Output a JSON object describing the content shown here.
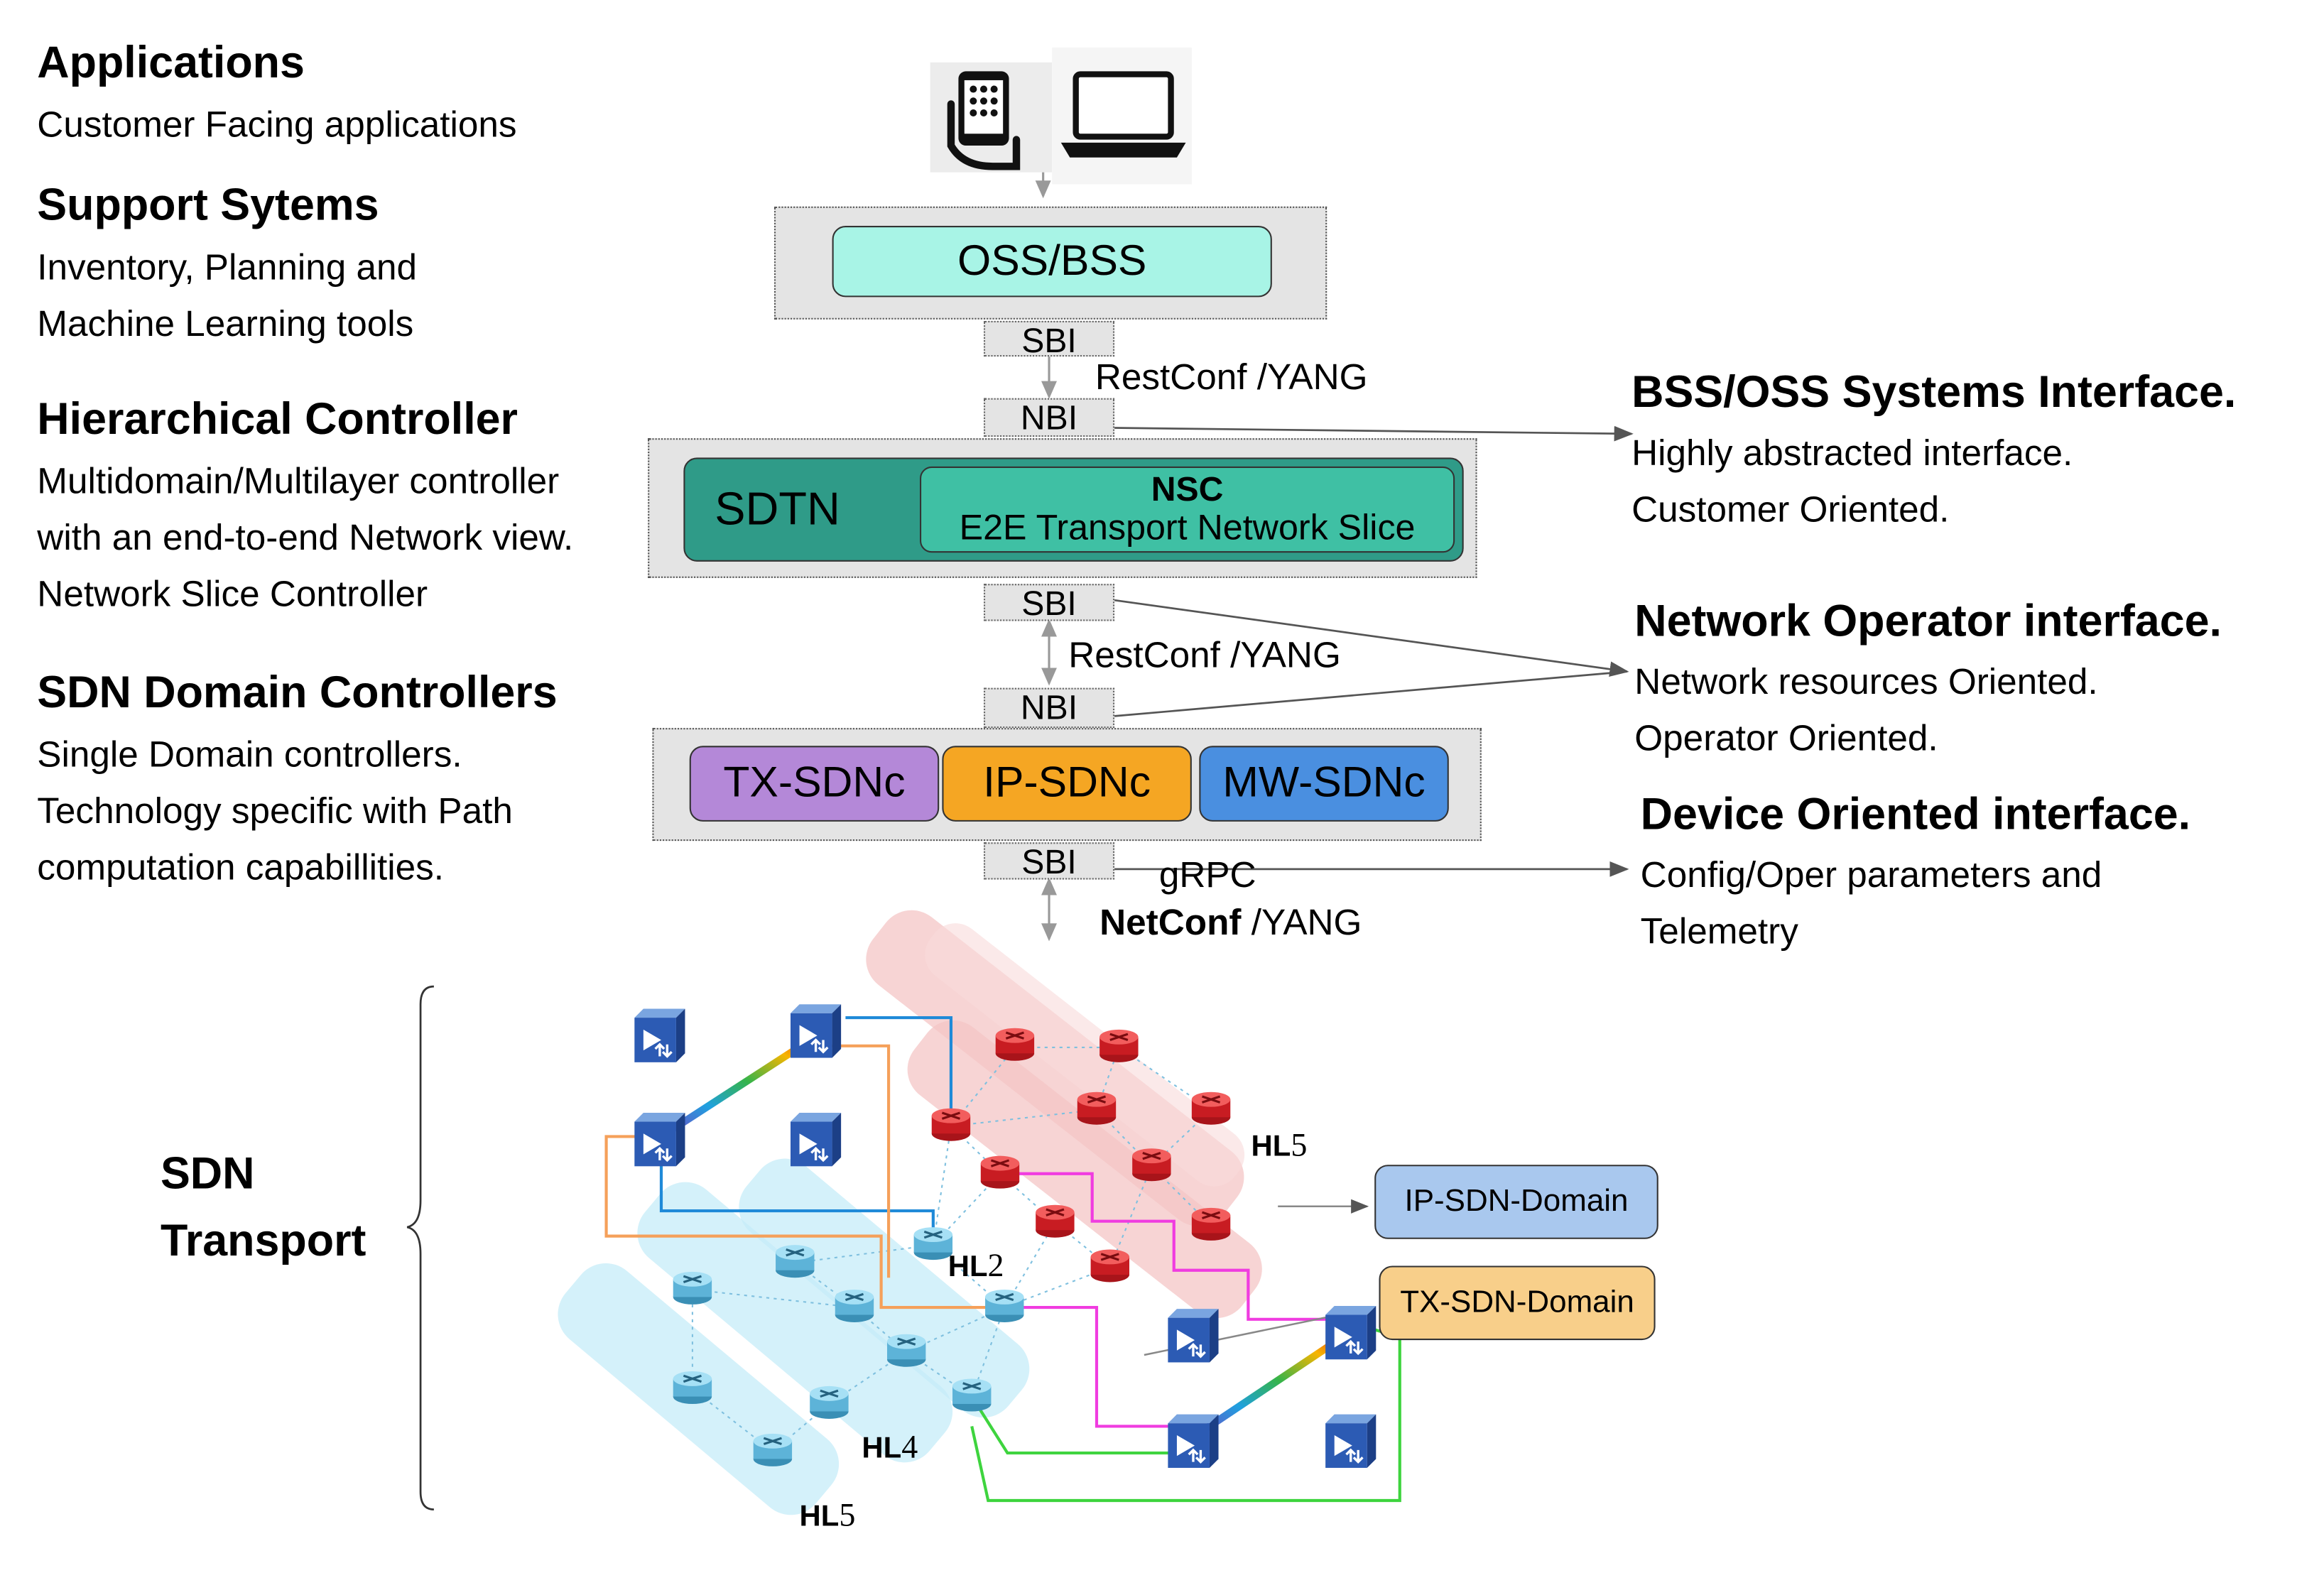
{
  "left_column": {
    "applications": {
      "title": "Applications",
      "lines": [
        "Customer Facing applications"
      ]
    },
    "support_systems": {
      "title": "Support  Sytems",
      "lines": [
        "Inventory, Planning and",
        "Machine Learning tools"
      ]
    },
    "hierarchical_controller": {
      "title": "Hierarchical Controller",
      "lines": [
        "Multidomain/Multilayer controller",
        "with an end-to-end Network view.",
        "Network Slice Controller"
      ]
    },
    "sdn_domain_controllers": {
      "title": "SDN Domain Controllers",
      "lines": [
        "Single Domain controllers.",
        "Technology specific with Path",
        "computation capabillities."
      ]
    },
    "sdn_transport": {
      "lines": [
        "SDN",
        "Transport"
      ]
    }
  },
  "stack": {
    "oss_bss": "OSS/BSS",
    "sdtn": "SDTN",
    "nsc_title": "NSC",
    "nsc_subtitle": "E2E Transport Network Slice",
    "sbi": "SBI",
    "nbi": "NBI",
    "tx_sdnc": "TX-SDNc",
    "ip_sdnc": "IP-SDNc",
    "mw_sdnc": "MW-SDNc",
    "restconf_1": "RestConf /YANG",
    "restconf_2": "RestConf /YANG",
    "grpc": "gRPC",
    "netconf_bold": "NetConf",
    "netconf_rest": " /YANG"
  },
  "right_column": {
    "bss_oss_interface": {
      "title": "BSS/OSS Systems Interface.",
      "lines": [
        "Highly abstracted interface.",
        "Customer Oriented."
      ]
    },
    "network_operator_interface": {
      "title": "Network Operator interface.",
      "lines": [
        "Network resources Oriented.",
        "Operator Oriented."
      ]
    },
    "device_oriented_interface": {
      "title": "Device Oriented interface.",
      "lines": [
        "Config/Oper parameters and",
        "Telemetry"
      ]
    }
  },
  "network": {
    "ip_domain": "IP-SDN-Domain",
    "tx_domain": "TX-SDN-Domain",
    "hl5_top": {
      "bold": "HL",
      "serif": "5"
    },
    "hl2": {
      "bold": "HL",
      "serif": "2"
    },
    "hl4": {
      "bold": "HL",
      "serif": "4"
    },
    "hl5_bottom": {
      "bold": "HL",
      "serif": "5"
    }
  },
  "colors": {
    "oss_bss": "#a8f4e6",
    "sdtn": "#2f9b88",
    "nsc": "#3fc0a4",
    "tx_sdnc": "#b488d8",
    "ip_sdnc": "#f5a623",
    "mw_sdnc": "#4a8fe0",
    "ip_domain": "#a9c8ee",
    "tx_domain": "#f8cf8a",
    "ip_zone": "#f4c6c6",
    "mw_zone": "#c6ecf8"
  }
}
